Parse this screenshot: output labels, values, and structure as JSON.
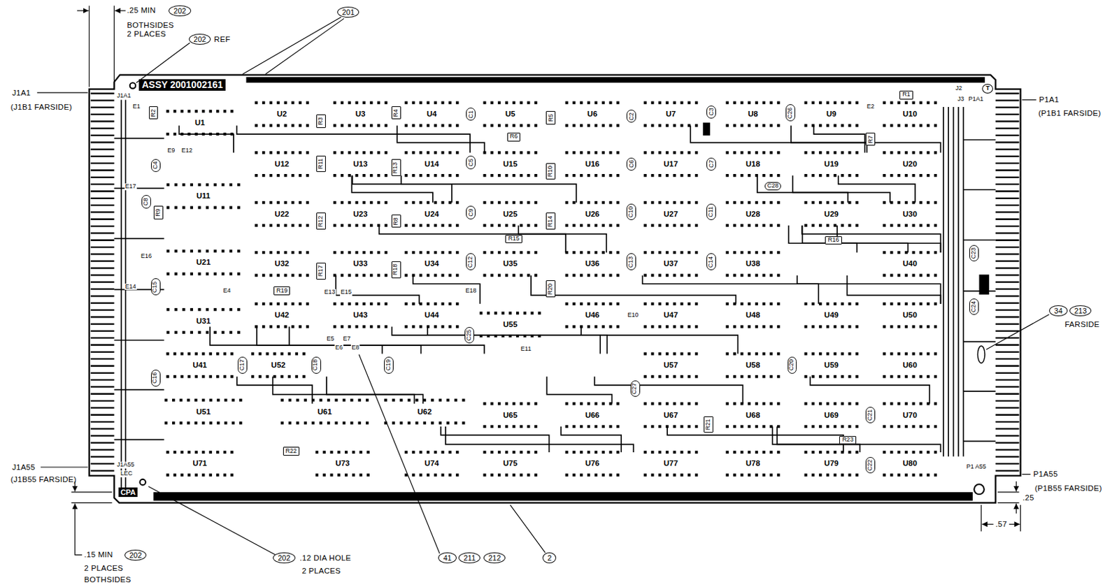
{
  "diagram": {
    "nodes": [
      {
        "text": [
          "ASSY 2001002161"
        ]
      },
      {
        "text": [
          "U1"
        ],
        "in": 0
      },
      {
        "text": [
          "U2"
        ],
        "in": 0
      },
      {
        "text": [
          "U3"
        ],
        "in": 0
      },
      {
        "text": [
          "U4"
        ],
        "in": 0
      },
      {
        "text": [
          "U5"
        ],
        "in": 0
      },
      {
        "text": [
          "U6"
        ],
        "in": 0
      },
      {
        "text": [
          "U7"
        ],
        "in": 0
      },
      {
        "text": [
          "U8"
        ],
        "in": 0
      },
      {
        "text": [
          "U9"
        ],
        "in": 0
      },
      {
        "text": [
          "U10"
        ],
        "in": 0
      },
      {
        "text": [
          "U12"
        ],
        "in": 0
      },
      {
        "text": [
          "U13"
        ],
        "in": 0
      },
      {
        "text": [
          "U14"
        ],
        "in": 0
      },
      {
        "text": [
          "U15"
        ],
        "in": 0
      },
      {
        "text": [
          "U16"
        ],
        "in": 0
      },
      {
        "text": [
          "U17"
        ],
        "in": 0
      },
      {
        "text": [
          "U18"
        ],
        "in": 0
      },
      {
        "text": [
          "U19"
        ],
        "in": 0
      },
      {
        "text": [
          "U20"
        ],
        "in": 0
      },
      {
        "text": [
          "U11"
        ],
        "in": 0
      },
      {
        "text": [
          "U22"
        ],
        "in": 0
      },
      {
        "text": [
          "U23"
        ],
        "in": 0
      },
      {
        "text": [
          "U24"
        ],
        "in": 0
      },
      {
        "text": [
          "U25"
        ],
        "in": 0
      },
      {
        "text": [
          "U26"
        ],
        "in": 0
      },
      {
        "text": [
          "U27"
        ],
        "in": 0
      },
      {
        "text": [
          "U28"
        ],
        "in": 0
      },
      {
        "text": [
          "U29"
        ],
        "in": 0
      },
      {
        "text": [
          "U30"
        ],
        "in": 0
      },
      {
        "text": [
          "U21"
        ],
        "in": 0
      },
      {
        "text": [
          "U32"
        ],
        "in": 0
      },
      {
        "text": [
          "U33"
        ],
        "in": 0
      },
      {
        "text": [
          "U34"
        ],
        "in": 0
      },
      {
        "text": [
          "U35"
        ],
        "in": 0
      },
      {
        "text": [
          "U36"
        ],
        "in": 0
      },
      {
        "text": [
          "U37"
        ],
        "in": 0
      },
      {
        "text": [
          "U38"
        ],
        "in": 0
      },
      {
        "text": [
          "U40"
        ],
        "in": 0
      },
      {
        "text": [
          "U31"
        ],
        "in": 0
      },
      {
        "text": [
          "U42"
        ],
        "in": 0
      },
      {
        "text": [
          "U43"
        ],
        "in": 0
      },
      {
        "text": [
          "U44"
        ],
        "in": 0
      },
      {
        "text": [
          "U55"
        ],
        "in": 0
      },
      {
        "text": [
          "U46"
        ],
        "in": 0
      },
      {
        "text": [
          "U47"
        ],
        "in": 0
      },
      {
        "text": [
          "U48"
        ],
        "in": 0
      },
      {
        "text": [
          "U49"
        ],
        "in": 0
      },
      {
        "text": [
          "U50"
        ],
        "in": 0
      },
      {
        "text": [
          "U41"
        ],
        "in": 0
      },
      {
        "text": [
          "U52"
        ],
        "in": 0
      },
      {
        "text": [
          "U57"
        ],
        "in": 0
      },
      {
        "text": [
          "U58"
        ],
        "in": 0
      },
      {
        "text": [
          "U59"
        ],
        "in": 0
      },
      {
        "text": [
          "U60"
        ],
        "in": 0
      },
      {
        "text": [
          "U51"
        ],
        "in": 0
      },
      {
        "text": [
          "U61"
        ],
        "in": 0
      },
      {
        "text": [
          "U62"
        ],
        "in": 0
      },
      {
        "text": [
          "U65"
        ],
        "in": 0
      },
      {
        "text": [
          "U66"
        ],
        "in": 0
      },
      {
        "text": [
          "U67"
        ],
        "in": 0
      },
      {
        "text": [
          "U68"
        ],
        "in": 0
      },
      {
        "text": [
          "U69"
        ],
        "in": 0
      },
      {
        "text": [
          "U70"
        ],
        "in": 0
      },
      {
        "text": [
          "U71"
        ],
        "in": 0
      },
      {
        "text": [
          "U73"
        ],
        "in": 0
      },
      {
        "text": [
          "U74"
        ],
        "in": 0
      },
      {
        "text": [
          "U75"
        ],
        "in": 0
      },
      {
        "text": [
          "U76"
        ],
        "in": 0
      },
      {
        "text": [
          "U77"
        ],
        "in": 0
      },
      {
        "text": [
          "U78"
        ],
        "in": 0
      },
      {
        "text": [
          "U79"
        ],
        "in": 0
      },
      {
        "text": [
          "U80"
        ],
        "in": 0
      },
      {
        "text": [
          "C1"
        ],
        "in": 0
      },
      {
        "text": [
          "C2"
        ],
        "in": 0
      },
      {
        "text": [
          "C3"
        ],
        "in": 0
      },
      {
        "text": [
          "C26"
        ],
        "in": 0
      },
      {
        "text": [
          "C4"
        ],
        "in": 0
      },
      {
        "text": [
          "C5"
        ],
        "in": 0
      },
      {
        "text": [
          "C6"
        ],
        "in": 0
      },
      {
        "text": [
          "C7"
        ],
        "in": 0
      },
      {
        "text": [
          "C28"
        ],
        "in": 0
      },
      {
        "text": [
          "C8"
        ],
        "in": 0
      },
      {
        "text": [
          "C9"
        ],
        "in": 0
      },
      {
        "text": [
          "C10"
        ],
        "in": 0
      },
      {
        "text": [
          "C11"
        ],
        "in": 0
      },
      {
        "text": [
          "C12"
        ],
        "in": 0
      },
      {
        "text": [
          "C13"
        ],
        "in": 0
      },
      {
        "text": [
          "C14"
        ],
        "in": 0
      },
      {
        "text": [
          "C15"
        ],
        "in": 0
      },
      {
        "text": [
          "C23"
        ],
        "in": 0
      },
      {
        "text": [
          "C24"
        ],
        "in": 0
      },
      {
        "text": [
          "C25"
        ],
        "in": 0
      },
      {
        "text": [
          "C16"
        ],
        "in": 0
      },
      {
        "text": [
          "C17"
        ],
        "in": 0
      },
      {
        "text": [
          "C18"
        ],
        "in": 0
      },
      {
        "text": [
          "C19"
        ],
        "in": 0
      },
      {
        "text": [
          "C20"
        ],
        "in": 0
      },
      {
        "text": [
          "C27"
        ],
        "in": 0
      },
      {
        "text": [
          "C21"
        ],
        "in": 0
      },
      {
        "text": [
          "C22"
        ],
        "in": 0
      },
      {
        "text": [
          "R1"
        ],
        "in": 0
      },
      {
        "text": [
          "R2"
        ],
        "in": 0
      },
      {
        "text": [
          "R3"
        ],
        "in": 0
      },
      {
        "text": [
          "R4"
        ],
        "in": 0
      },
      {
        "text": [
          "R5"
        ],
        "in": 0
      },
      {
        "text": [
          "R6"
        ],
        "in": 0
      },
      {
        "text": [
          "R7"
        ],
        "in": 0
      },
      {
        "text": [
          "R11"
        ],
        "in": 0
      },
      {
        "text": [
          "R13"
        ],
        "in": 0
      },
      {
        "text": [
          "R10"
        ],
        "in": 0
      },
      {
        "text": [
          "R9"
        ],
        "in": 0
      },
      {
        "text": [
          "R12"
        ],
        "in": 0
      },
      {
        "text": [
          "R8"
        ],
        "in": 0
      },
      {
        "text": [
          "R14"
        ],
        "in": 0
      },
      {
        "text": [
          "R15"
        ],
        "in": 0
      },
      {
        "text": [
          "R16"
        ],
        "in": 0
      },
      {
        "text": [
          "R17"
        ],
        "in": 0
      },
      {
        "text": [
          "R18"
        ],
        "in": 0
      },
      {
        "text": [
          "R19"
        ],
        "in": 0
      },
      {
        "text": [
          "R20"
        ],
        "in": 0
      },
      {
        "text": [
          "R21"
        ],
        "in": 0
      },
      {
        "text": [
          "R22"
        ],
        "in": 0
      },
      {
        "text": [
          "R23"
        ],
        "in": 0
      }
    ],
    "labels": [
      ".25 MIN",
      "202",
      "BOTHSIDES",
      "2 PLACES",
      "202",
      "REF",
      "201",
      "J1A1",
      "(J1B1 FARSIDE)",
      "P1A1",
      "(P1B1 FARSIDE)",
      "34",
      "213",
      "FARSIDE",
      "J1A55",
      "(J1B55 FARSIDE)",
      "P1A55",
      "(P1B55 FARSIDE)",
      ".25",
      ".57",
      ".15 MIN",
      "202",
      "2 PLACES",
      "BOTHSIDES",
      "202",
      ".12 DIA HOLE",
      "2 PLACES",
      "41",
      "211",
      "212",
      "2",
      "J1A1",
      "J1A55",
      "LEC",
      "CPA",
      "J2",
      "J3",
      "P1A1",
      "P1 A55",
      "T",
      "E1",
      "E9",
      "E12",
      "E17",
      "E16",
      "E14",
      "E4",
      "E13",
      "E15",
      "E18",
      "E5",
      "E7",
      "E6",
      "E8",
      "E10",
      "E11",
      "E2"
    ]
  }
}
